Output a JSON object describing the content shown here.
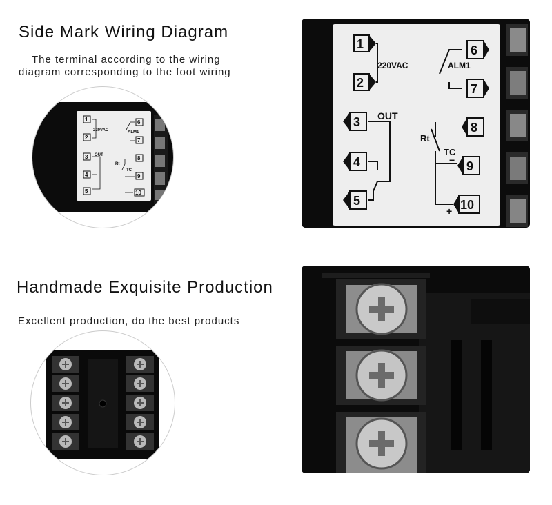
{
  "section1": {
    "title": "Side Mark Wiring Diagram",
    "subtitle_line1": "The terminal according to the wiring",
    "subtitle_line2": "diagram corresponding to the foot wiring"
  },
  "section2": {
    "title": "Handmade Exquisite Production",
    "subtitle": "Excellent production, do the best products"
  },
  "wiring_label": {
    "t1": "1",
    "t2": "2",
    "t3": "3",
    "t4": "4",
    "t5": "5",
    "t6": "6",
    "t7": "7",
    "t8": "8",
    "t9": "9",
    "t10": "10",
    "voltage": "220VAC",
    "alarm": "ALM1",
    "out": "OUT",
    "rt": "Rt",
    "tc": "TC",
    "minus": "−",
    "plus": "+"
  }
}
